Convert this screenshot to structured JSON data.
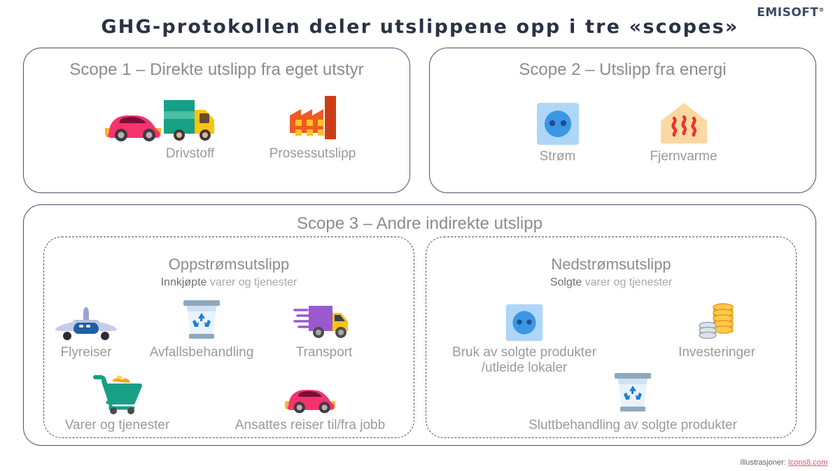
{
  "brand": {
    "name": "EMISOFT",
    "mark": "®",
    "color": "#3c4a63"
  },
  "header": {
    "title": "GHG-protokollen deler utslippene opp i tre «scopes»"
  },
  "scope1": {
    "title": "Scope 1 – Direkte utslipp fra eget utstyr",
    "items": [
      {
        "icon": "car-icon",
        "label": ""
      },
      {
        "icon": "truck-icon",
        "label": "Drivstoff"
      },
      {
        "icon": "factory-icon",
        "label": "Prosessutslipp"
      }
    ]
  },
  "scope2": {
    "title": "Scope 2 – Utslipp fra energi",
    "items": [
      {
        "icon": "power-socket-icon",
        "label": "Strøm"
      },
      {
        "icon": "district-heat-icon",
        "label": "Fjernvarme"
      }
    ]
  },
  "scope3": {
    "title": "Scope 3 – Andre indirekte utslipp",
    "upstream": {
      "title": "Oppstrømsutslipp",
      "subtitle_strong": "Innkjøpte",
      "subtitle_rest": " varer og tjenester",
      "items": [
        {
          "icon": "airplane-icon",
          "label": "Flyreiser"
        },
        {
          "icon": "recycle-bin-icon",
          "label": "Avfallsbehandling"
        },
        {
          "icon": "delivery-truck-icon",
          "label": "Transport"
        },
        {
          "icon": "shopping-cart-icon",
          "label": "Varer og tjenester"
        },
        {
          "icon": "car-icon",
          "label": "Ansattes reiser til/fra jobb"
        }
      ]
    },
    "downstream": {
      "title": "Nedstrømsutslipp",
      "subtitle_strong": "Solgte",
      "subtitle_rest": " varer og tjenester",
      "items": [
        {
          "icon": "power-socket-icon",
          "label": "Bruk av solgte produkter\n/utleide lokaler"
        },
        {
          "icon": "coins-icon",
          "label": "Investeringer"
        },
        {
          "icon": "recycle-bin-icon",
          "label": "Sluttbehandling av solgte produkter"
        }
      ]
    }
  },
  "footer": {
    "credit_prefix": "Illustrasjoner: ",
    "credit_link": "Icons8.com"
  },
  "colors": {
    "border": "#46506a",
    "title": "#2b3245",
    "caption": "#9a9a9a",
    "link": "#e2556a"
  }
}
